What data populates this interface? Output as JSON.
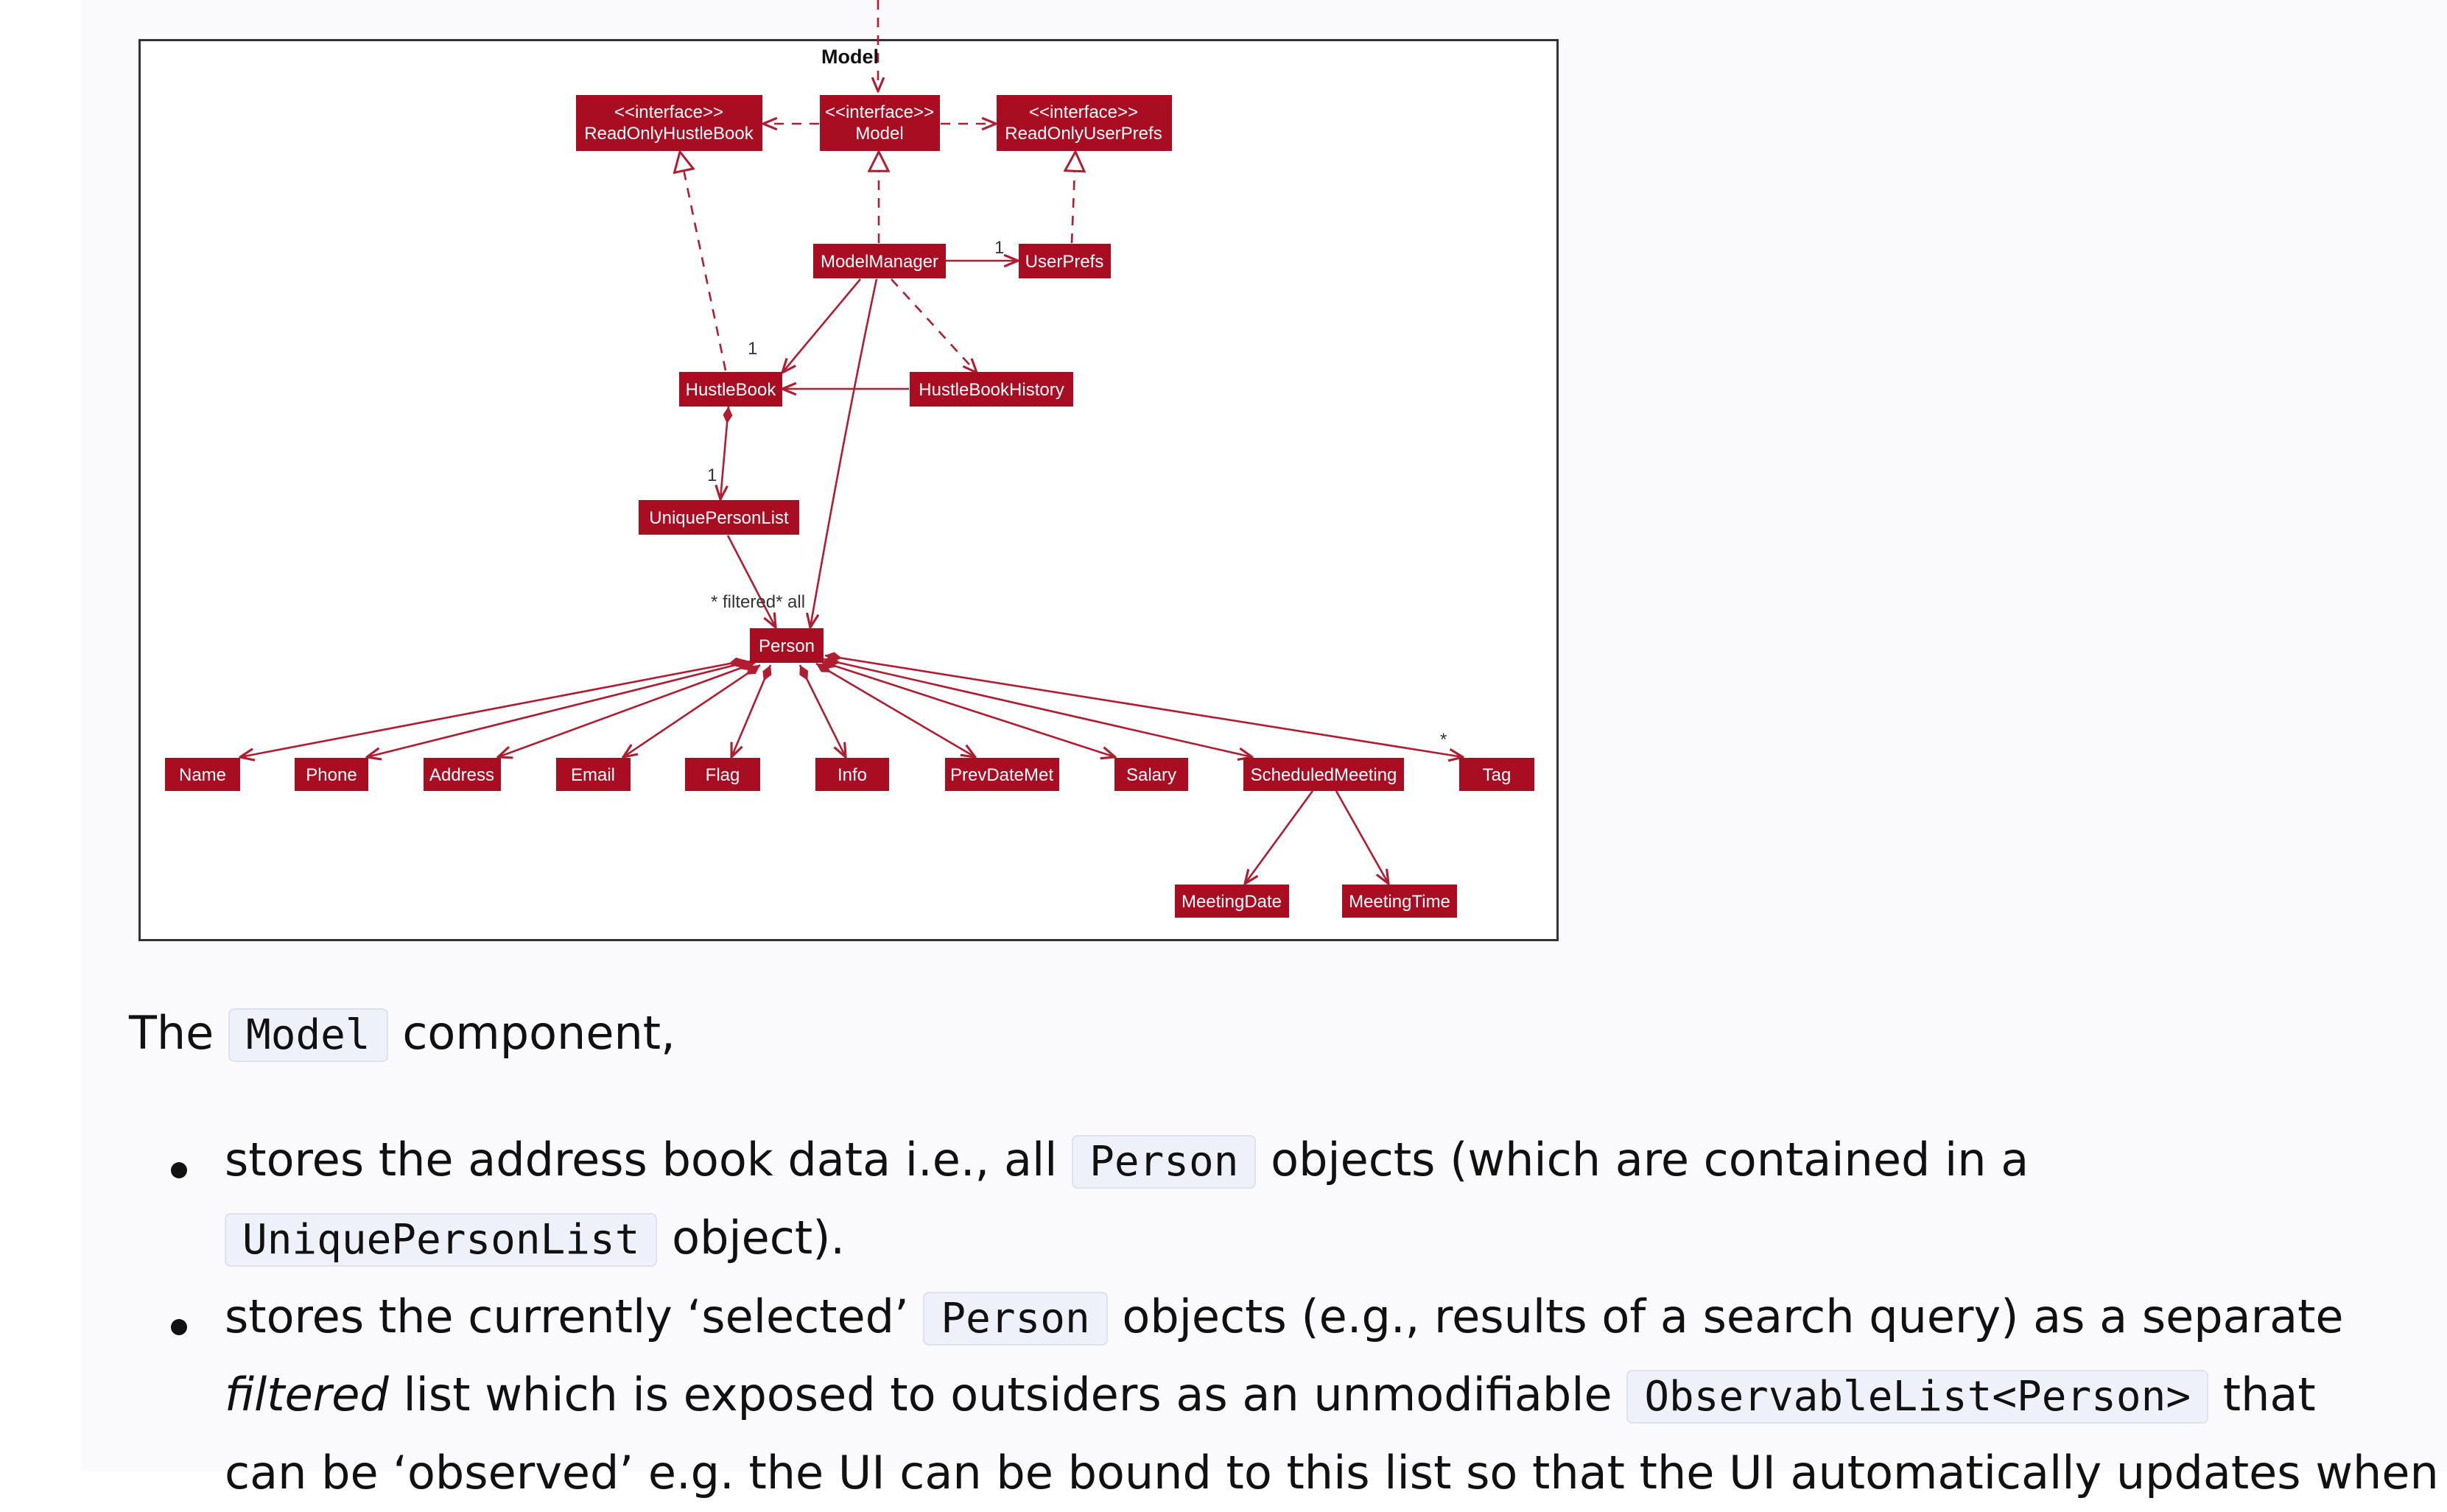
{
  "diagram": {
    "package_title": "Model",
    "classes": {
      "read_only_hustle_book": {
        "stereotype": "<<interface>>",
        "name": "ReadOnlyHustleBook"
      },
      "model": {
        "stereotype": "<<interface>>",
        "name": "Model"
      },
      "read_only_user_prefs": {
        "stereotype": "<<interface>>",
        "name": "ReadOnlyUserPrefs"
      },
      "model_manager": {
        "name": "ModelManager"
      },
      "user_prefs": {
        "name": "UserPrefs"
      },
      "hustle_book": {
        "name": "HustleBook"
      },
      "hustle_book_history": {
        "name": "HustleBookHistory"
      },
      "unique_person_list": {
        "name": "UniquePersonList"
      },
      "person": {
        "name": "Person"
      },
      "name": {
        "name": "Name"
      },
      "phone": {
        "name": "Phone"
      },
      "address": {
        "name": "Address"
      },
      "email": {
        "name": "Email"
      },
      "flag": {
        "name": "Flag"
      },
      "info": {
        "name": "Info"
      },
      "prev_date_met": {
        "name": "PrevDateMet"
      },
      "salary": {
        "name": "Salary"
      },
      "scheduled_meeting": {
        "name": "ScheduledMeeting"
      },
      "tag": {
        "name": "Tag"
      },
      "meeting_date": {
        "name": "MeetingDate"
      },
      "meeting_time": {
        "name": "MeetingTime"
      }
    },
    "labels": {
      "mult_user_prefs": "1",
      "mult_hustle_book": "1",
      "mult_unique_person_list": "1",
      "person_roles": "* filtered* all",
      "mult_tag": "*"
    },
    "colors": {
      "class_fill": "#a80d22",
      "edge": "#b01c30"
    }
  },
  "text": {
    "intro": {
      "before": "The ",
      "code": "Model",
      "after": " component,"
    },
    "bullet1": {
      "part1": "stores the address book data i.e., all ",
      "code1": "Person",
      "part2": " objects (which are contained in a",
      "code2": "UniquePersonList",
      "part3": " object)."
    },
    "bullet2": {
      "part1": "stores the currently ‘selected’ ",
      "code1": "Person",
      "part2": " objects (e.g., results of a search query) as a separate",
      "emph": "filtered",
      "part3": " list which is exposed to outsiders as an unmodifiable ",
      "code2": "ObservableList<Person>",
      "part4": " that",
      "part5": "can be ‘observed’ e.g. the UI can be bound to this list so that the UI automatically updates when"
    }
  }
}
